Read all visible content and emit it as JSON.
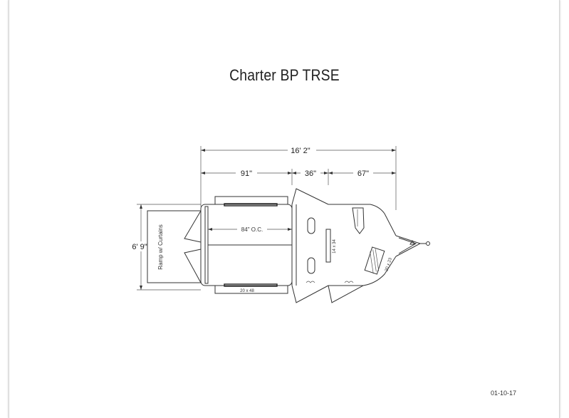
{
  "title": "Charter BP TRSE",
  "date": "01-10-17",
  "dimensions": {
    "overall_length": "16' 2\"",
    "section_1": "91\"",
    "section_2": "36\"",
    "section_3": "67\"",
    "width": "6' 9\"",
    "stall_center": "84\" O.C."
  },
  "labels": {
    "ramp": "Ramp w/ Curtains",
    "window_rear": "20 x 48",
    "window_door": "14 x 34",
    "window_front": "20 x 23"
  }
}
